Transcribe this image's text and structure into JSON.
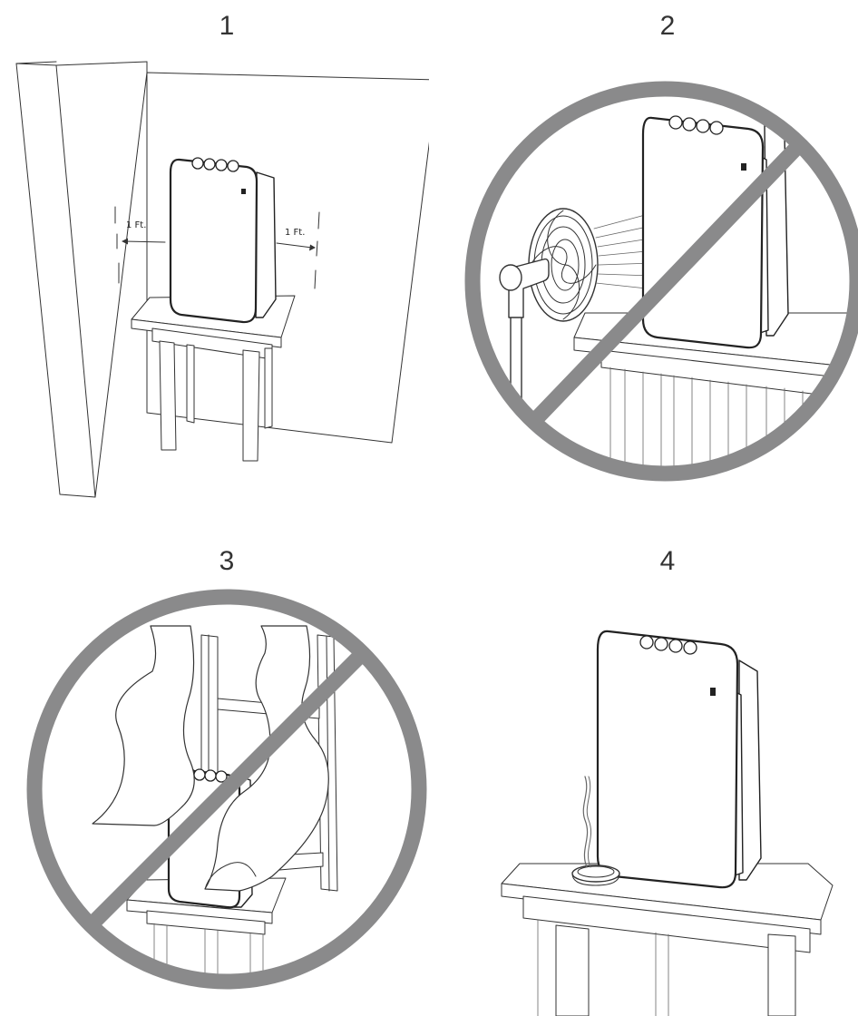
{
  "steps": [
    {
      "number": "1"
    },
    {
      "number": "2"
    },
    {
      "number": "3"
    },
    {
      "number": "4"
    }
  ],
  "dimensions": {
    "left_label": "1 Ft.",
    "right_label": "1 Ft."
  },
  "colors": {
    "prohibition": "#8a8a8b",
    "line_art": "#222222",
    "background": "#ffffff"
  }
}
